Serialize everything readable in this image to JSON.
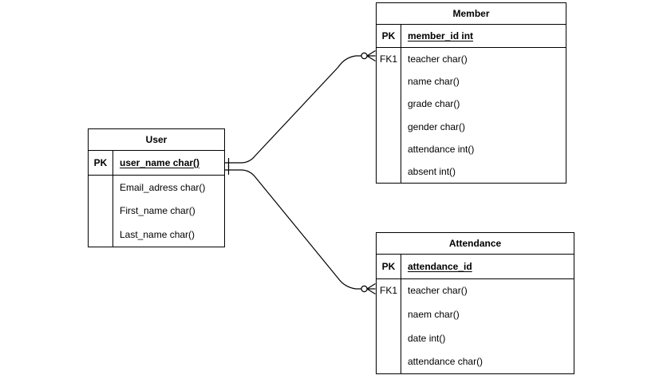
{
  "diagram": {
    "kind": "entity-relationship-diagram",
    "colors": {
      "background": "#ffffff",
      "line": "#000000",
      "text": "#000000"
    },
    "tables": [
      {
        "id": "member",
        "title": "Member",
        "rows": [
          {
            "key": "PK",
            "field": "member_id int",
            "pk": true
          },
          {
            "key": "FK1",
            "field": "teacher char()"
          },
          {
            "key": "",
            "field": "name char()"
          },
          {
            "key": "",
            "field": "grade char()"
          },
          {
            "key": "",
            "field": "gender char()"
          },
          {
            "key": "",
            "field": "attendance int()"
          },
          {
            "key": "",
            "field": "absent int()"
          }
        ]
      },
      {
        "id": "user",
        "title": "User",
        "rows": [
          {
            "key": "PK",
            "field": "user_name char()",
            "pk": true
          },
          {
            "key": "",
            "field": "Email_adress char()"
          },
          {
            "key": "",
            "field": "First_name char()"
          },
          {
            "key": "",
            "field": "Last_name char()"
          }
        ]
      },
      {
        "id": "attendance",
        "title": "Attendance",
        "rows": [
          {
            "key": "PK",
            "field": "attendance_id",
            "pk": true
          },
          {
            "key": "FK1",
            "field": "teacher char()"
          },
          {
            "key": "",
            "field": "naem char()"
          },
          {
            "key": "",
            "field": "date int()"
          },
          {
            "key": "",
            "field": "attendance char()"
          }
        ]
      }
    ],
    "relationships": [
      {
        "name": "user-member",
        "from_entity": "User",
        "to_entity": "Member",
        "from_cardinality": "one",
        "to_cardinality": "zero-or-many"
      },
      {
        "name": "user-attendance",
        "from_entity": "User",
        "to_entity": "Attendance",
        "from_cardinality": "one",
        "to_cardinality": "zero-or-many"
      }
    ]
  }
}
